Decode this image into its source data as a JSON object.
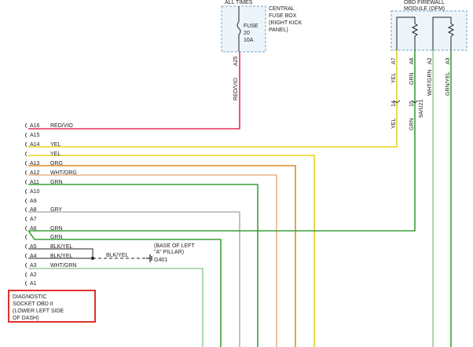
{
  "central_fuse_box": {
    "header": "ALL TIMES",
    "fuse_label": "FUSE",
    "fuse_number": "20",
    "fuse_rating": "10A",
    "desc_lines": [
      "CENTRAL",
      "FUSE BOX",
      "(RIGHT KICK",
      "PANEL)"
    ],
    "pin": "A25",
    "wire_color": "RED/VIO"
  },
  "obd_module": {
    "title_lines": [
      "OBD FIREWALL",
      "MODULE (OFM)"
    ],
    "pins": [
      "A7",
      "A6",
      "A2",
      "A3"
    ],
    "wire_colors": [
      "YEL",
      "GRN",
      "WHT/GRN",
      "GRN/YEL"
    ],
    "splices": [
      "14",
      "15"
    ],
    "splice_codes": [
      "YEL",
      "GRN",
      "9A/U21"
    ]
  },
  "socket": {
    "label_lines": [
      "DIAGNOSTIC",
      "SOCKET OBD II",
      "(LOWER LEFT SIDE",
      "OF DASH)"
    ],
    "pins": [
      {
        "pin": "A16",
        "wire": "RED/VIO"
      },
      {
        "pin": "A15",
        "wire": ""
      },
      {
        "pin": "A14",
        "wire": "YEL"
      },
      {
        "pin": "",
        "wire": "YEL"
      },
      {
        "pin": "A13",
        "wire": "ORG"
      },
      {
        "pin": "A12",
        "wire": "WHT/ORG"
      },
      {
        "pin": "A11",
        "wire": "GRN"
      },
      {
        "pin": "A10",
        "wire": ""
      },
      {
        "pin": "A9",
        "wire": ""
      },
      {
        "pin": "A8",
        "wire": "GRY"
      },
      {
        "pin": "A7",
        "wire": ""
      },
      {
        "pin": "A6",
        "wire": "GRN"
      },
      {
        "pin": "",
        "wire": "GRN"
      },
      {
        "pin": "A5",
        "wire": "BLK/YEL"
      },
      {
        "pin": "A4",
        "wire": "BLK/YEL"
      },
      {
        "pin": "A3",
        "wire": "WHT/GRN"
      },
      {
        "pin": "A2",
        "wire": ""
      },
      {
        "pin": "A1",
        "wire": ""
      }
    ]
  },
  "ground": {
    "wire": "BLK/YEL",
    "desc_lines": [
      "(BASE OF LEFT",
      "\"A\" PILLAR)"
    ],
    "id": "G401"
  },
  "colors": {
    "red_vio": "#e0305a",
    "yellow": "#e8d21e",
    "orange": "#e08a2a",
    "wht_org": "#e8b48a",
    "green": "#3aa03a",
    "gray": "#b4b4b4",
    "wht_grn": "#9ccc9c",
    "black": "#222222",
    "highlight": "#e0302a"
  }
}
